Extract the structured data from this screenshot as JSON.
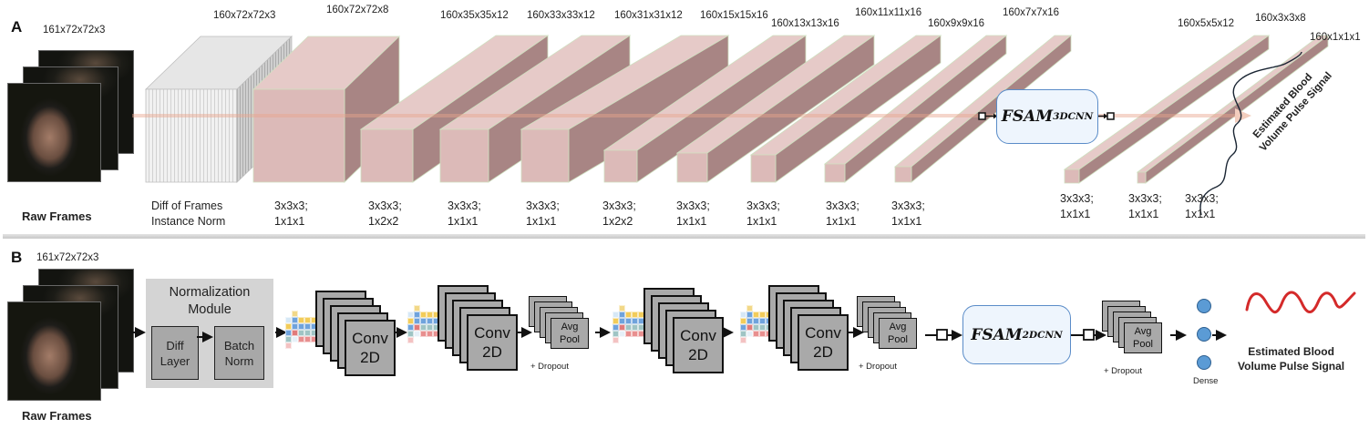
{
  "panel_a": {
    "letter": "A",
    "input_shape": "161x72x72x3",
    "input_label": "Raw Frames",
    "diff_shape": "160x72x72x3",
    "diff_kernel": [
      "Diff of Frames",
      "Instance Norm"
    ],
    "layers": [
      {
        "shape": "160x72x72x8",
        "kernel": [
          "3x3x3;",
          "1x1x1"
        ]
      },
      {
        "shape": "160x35x35x12",
        "kernel": [
          "3x3x3;",
          "1x2x2"
        ]
      },
      {
        "shape": "160x33x33x12",
        "kernel": [
          "3x3x3;",
          "1x1x1"
        ]
      },
      {
        "shape": "160x31x31x12",
        "kernel": [
          "3x3x3;",
          "1x1x1"
        ]
      },
      {
        "shape": "160x15x15x16",
        "kernel": [
          "3x3x3;",
          "1x2x2"
        ]
      },
      {
        "shape": "160x13x13x16",
        "kernel": [
          "3x3x3;",
          "1x1x1"
        ]
      },
      {
        "shape": "160x11x11x16",
        "kernel": [
          "3x3x3;",
          "1x1x1"
        ]
      },
      {
        "shape": "160x9x9x16",
        "kernel": [
          "3x3x3;",
          "1x1x1"
        ]
      },
      {
        "shape": "160x7x7x16",
        "kernel": [
          "3x3x3;",
          "1x1x1"
        ]
      },
      {
        "shape": "160x5x5x12",
        "kernel": [
          "3x3x3;",
          "1x1x1"
        ]
      },
      {
        "shape": "160x3x3x8",
        "kernel": [
          "3x3x3;",
          "1x1x1"
        ]
      }
    ],
    "output_shape": "160x1x1x1",
    "fsam": {
      "base": "FSAM",
      "sup": "3DCNN"
    },
    "output_label": [
      "Estimated Blood",
      "Volume Pulse Signal"
    ]
  },
  "panel_b": {
    "letter": "B",
    "input_shape": "161x72x72x3",
    "input_label": "Raw Frames",
    "norm_module": {
      "title": [
        "Normalization",
        "Module"
      ],
      "diff": [
        "Diff",
        "Layer"
      ],
      "batch": [
        "Batch",
        "Norm"
      ]
    },
    "conv_label": [
      "Conv",
      "2D"
    ],
    "pool_label": [
      "Avg",
      "Pool"
    ],
    "dropout_label": "+ Dropout",
    "fsam": {
      "base": "FSAM",
      "sup": "2DCNN"
    },
    "dense_label": "Dense",
    "output_label": [
      "Estimated Blood",
      "Volume Pulse Signal"
    ]
  },
  "colors": {
    "feature_map": "#d9b5b3",
    "feature_side": "#a98584",
    "fsam_border": "#5a8cc8",
    "fsam_fill": "#eef5fd",
    "pulse_red": "#d42a2a",
    "dense_blue": "#5b9bd5"
  }
}
